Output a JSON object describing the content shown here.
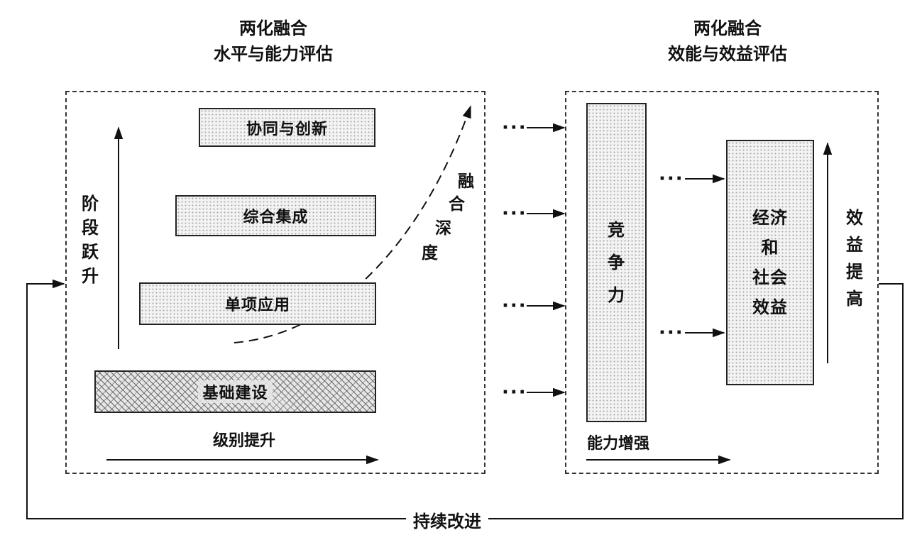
{
  "left_title": {
    "line1": "两化融合",
    "line2": "水平与能力评估"
  },
  "right_title": {
    "line1": "两化融合",
    "line2": "效能与效益评估"
  },
  "levels": {
    "collab": "协同与创新",
    "integrated": "综合集成",
    "single": "单项应用",
    "foundation": "基础建设"
  },
  "left_vertical_label": [
    "阶",
    "段",
    "跃",
    "升"
  ],
  "depth_label": [
    "融",
    "合",
    "深",
    "度"
  ],
  "level_up_label": "级别提升",
  "competitiveness": [
    "竞",
    "争",
    "力"
  ],
  "econ_social": [
    "经济",
    "和",
    "社会",
    "效益"
  ],
  "benefit_up": [
    "效",
    "益",
    "提",
    "高"
  ],
  "capability_label": "能力增强",
  "continuous_improve": "持续改进",
  "dots": "···"
}
